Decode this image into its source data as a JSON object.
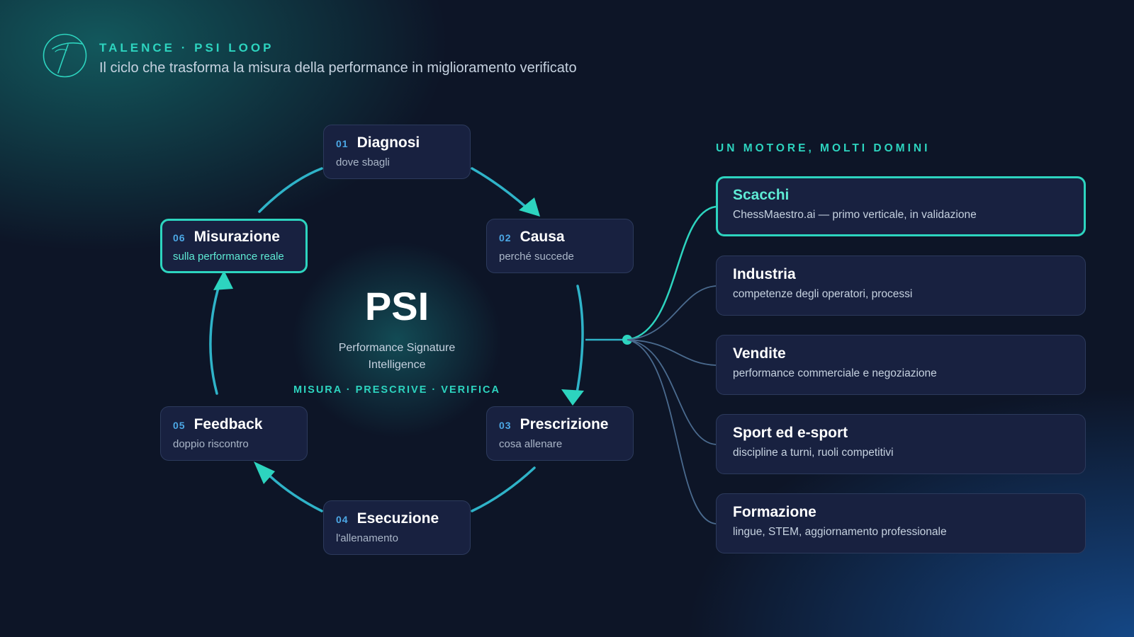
{
  "header": {
    "brand": "TALENCE · PSI LOOP",
    "tagline": "Il ciclo che trasforma la misura della performance in miglioramento verificato"
  },
  "center": {
    "title": "PSI",
    "subtitle_line1": "Performance Signature",
    "subtitle_line2": "Intelligence",
    "motto": "MISURA · PRESCRIVE · VERIFICA"
  },
  "loop_steps": [
    {
      "number": "01",
      "name": "Diagnosi",
      "description": "dove sbagli",
      "highlighted": false
    },
    {
      "number": "02",
      "name": "Causa",
      "description": "perché succede",
      "highlighted": false
    },
    {
      "number": "03",
      "name": "Prescrizione",
      "description": "cosa allenare",
      "highlighted": false
    },
    {
      "number": "04",
      "name": "Esecuzione",
      "description": "l'allenamento",
      "highlighted": false
    },
    {
      "number": "05",
      "name": "Feedback",
      "description": "doppio riscontro",
      "highlighted": false
    },
    {
      "number": "06",
      "name": "Misurazione",
      "description": "sulla performance reale",
      "highlighted": true
    }
  ],
  "domains": {
    "header": "UN MOTORE, MOLTI DOMINI",
    "items": [
      {
        "name": "Scacchi",
        "description": "ChessMaestro.ai — primo verticale, in validazione",
        "highlighted": true
      },
      {
        "name": "Industria",
        "description": "competenze degli operatori, processi",
        "highlighted": false
      },
      {
        "name": "Vendite",
        "description": "performance commerciale e negoziazione",
        "highlighted": false
      },
      {
        "name": "Sport ed e-sport",
        "description": "discipline a turni, ruoli competitivi",
        "highlighted": false
      },
      {
        "name": "Formazione",
        "description": "lingue, STEM, aggiornamento professionale",
        "highlighted": false
      }
    ]
  },
  "colors": {
    "accent": "#2dd4bf",
    "number": "#4ca8e6",
    "card_bg": "#182140",
    "background": "#0d1527"
  },
  "icons": {
    "logo": "talence-t-logo-icon"
  }
}
